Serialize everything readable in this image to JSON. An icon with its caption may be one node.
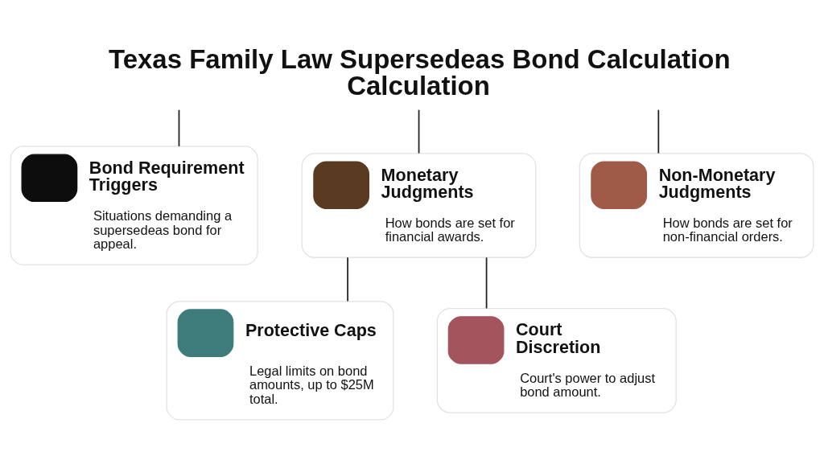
{
  "diagram": {
    "nodes": [
      {
        "text": [
          "Texas Family Law Supersedeas Bond Calculation Calculation"
        ]
      },
      {
        "text": [
          "Bond Requirement Triggers",
          "Situations demanding a supersedeas bond for appeal."
        ]
      },
      {
        "text": [
          "Monetary Judgments",
          "How bonds are set for financial awards."
        ]
      },
      {
        "text": [
          "Non-Monetary Judgments",
          "How bonds are set for non-financial orders."
        ]
      },
      {
        "text": [
          "Protective Caps",
          "Legal limits on bond amounts, up to $25M total."
        ]
      },
      {
        "text": [
          "Court Discretion",
          "Court's power to adjust bond amount."
        ]
      }
    ],
    "edges": [
      {
        "from": 0,
        "to": 1,
        "arrow": "none"
      },
      {
        "from": 0,
        "to": 2,
        "arrow": "none"
      },
      {
        "from": 0,
        "to": 3,
        "arrow": "none"
      },
      {
        "from": 2,
        "to": 4,
        "arrow": "none"
      },
      {
        "from": 2,
        "to": 5,
        "arrow": "none"
      }
    ]
  }
}
